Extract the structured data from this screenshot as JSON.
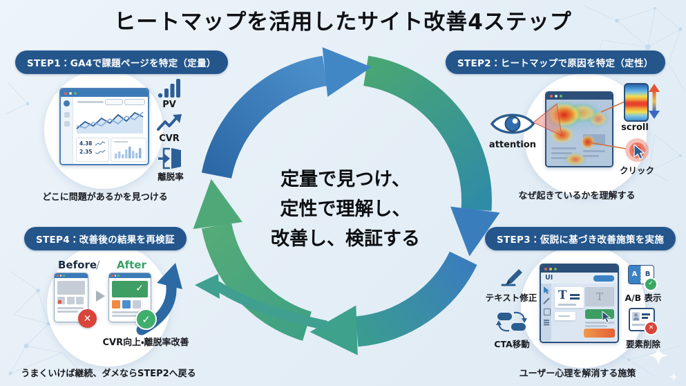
{
  "title": "ヒートマップを活用したサイト改善4ステップ",
  "center_message": {
    "line1": "定量で見つけ、",
    "line2": "定性で理解し、",
    "line3": "改善し、検証する"
  },
  "step1": {
    "badge": "STEP1：GA4で課題ページを特定（定量）",
    "caption": "どこに問題があるかを見つける",
    "metric_pv": "PV",
    "metric_cvr": "CVR",
    "metric_exit": "離脱率",
    "stat_top": "4.38",
    "stat_bottom": "2.35"
  },
  "step2": {
    "badge": "STEP2：ヒートマップで原因を特定（定性）",
    "caption": "なぜ起きているかを理解する",
    "label_attention": "attention",
    "label_scroll": "scroll",
    "label_click": "クリック"
  },
  "step3": {
    "badge": "STEP3：仮説に基づき改善施策を実施",
    "caption": "ユーザー心理を解消する施策",
    "label_text_edit": "テキスト修正",
    "label_cta_move": "CTA移動",
    "label_ab_test": "A/B 表示",
    "label_delete": "要素削除",
    "editor_ui_label": "UI",
    "editor_text_glyph": "T",
    "ab_a": "A",
    "ab_b": "B"
  },
  "step4": {
    "badge": "STEP4：改善後の結果を再検証",
    "label_before": "Before",
    "label_slash": "/",
    "label_after": "After",
    "result": "CVR向上・離脱率改善",
    "caption": "うまくいけば継続、ダメならSTEP2へ戻る"
  },
  "colors": {
    "badge_bg": "#24568C",
    "cycle_blue": "#3A7DBD",
    "cycle_green": "#4AA577",
    "cycle_teal": "#2F8BA6",
    "background": "#E7F0F7",
    "accent_green": "#3FA56D",
    "accent_red": "#D9453A",
    "accent_orange": "#EF8A3E"
  }
}
